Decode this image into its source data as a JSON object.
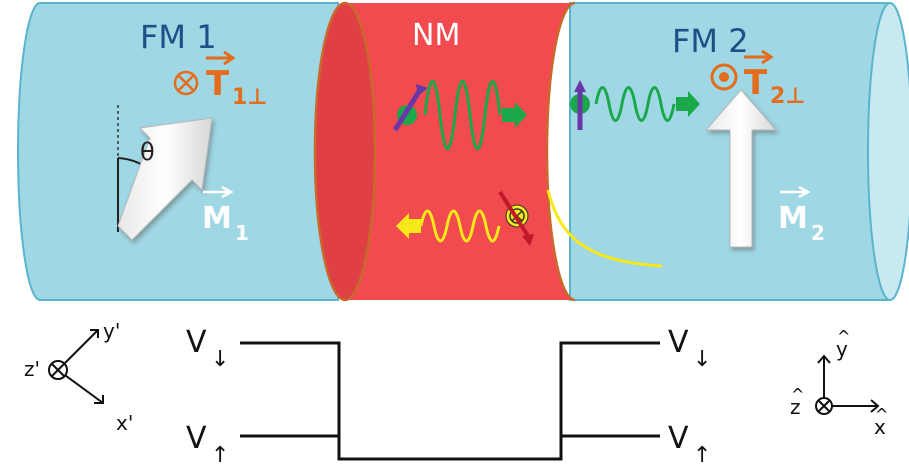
{
  "labels": {
    "fm1": "FM 1",
    "nm": "NM",
    "fm2": "FM 2",
    "theta": "θ",
    "torque1": "T",
    "torque1_sub": "1⊥",
    "torque2": "T",
    "torque2_sub": "2⊥",
    "m1": "M",
    "m1_sub": "1",
    "m2": "M",
    "m2_sub": "2",
    "v_down_left": "V",
    "v_up_left": "V",
    "v_down_right": "V",
    "v_up_right": "V",
    "down_arrow": "↓",
    "up_arrow": "↑",
    "primed_axes": {
      "y": "y'",
      "x": "x'",
      "z": "z'"
    },
    "unprimed_axes": {
      "y": "y",
      "x": "x",
      "z": "z",
      "hat": "^"
    }
  },
  "colors": {
    "fm_fill": "#9fd7e4",
    "fm_edge": "#5ab4cc",
    "nm_fill": "#f14a4f",
    "nm_edge": "#c96a2a",
    "torque": "#e36c1d",
    "text_blue": "#1f4f86",
    "green": "#1aa84a",
    "purple": "#6a37a8",
    "yellow": "#f7e81a",
    "dark_red": "#c01a2a"
  }
}
